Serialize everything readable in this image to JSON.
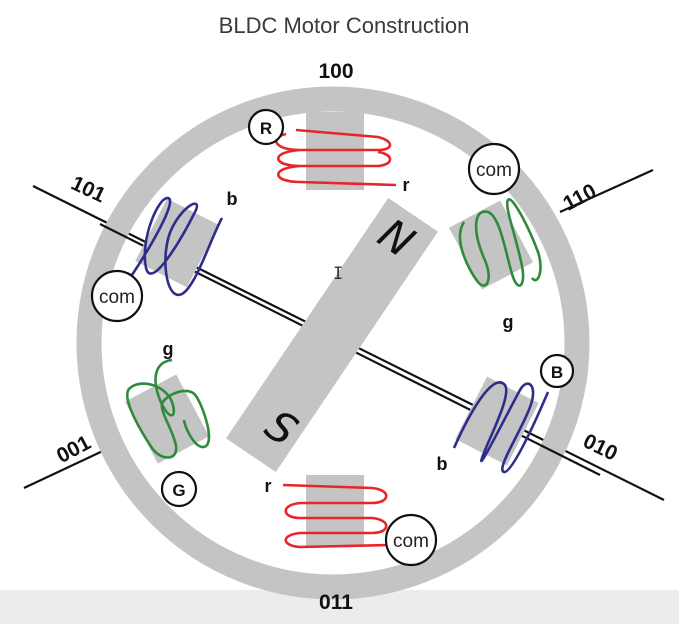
{
  "title": "BLDC Motor Construction",
  "states": {
    "top": "100",
    "upper_right": "110",
    "lower_right": "010",
    "bottom": "011",
    "lower_left": "001",
    "upper_left": "101"
  },
  "terminals": {
    "R": "R",
    "r": "r",
    "B": "B",
    "b": "b",
    "G": "G",
    "g": "g",
    "com": "com"
  },
  "poles": {
    "north": "N",
    "south": "S"
  },
  "colors": {
    "stator": "#c4c4c4",
    "red_coil": "#e8262a",
    "blue_coil": "#2e2e8a",
    "green_coil": "#2f8a3c",
    "line": "#111111",
    "bottom_bar": "#ececec"
  }
}
